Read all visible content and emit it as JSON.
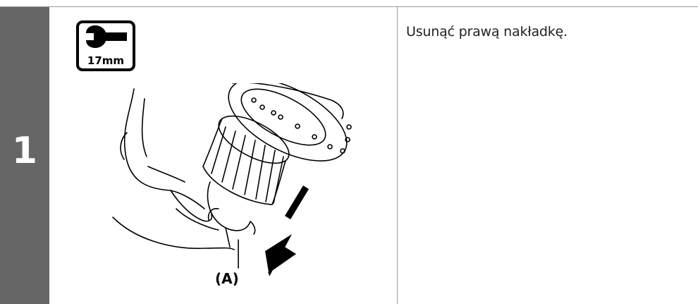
{
  "step": {
    "number": "1"
  },
  "tool": {
    "icon": "wrench-icon",
    "size_label": "17mm"
  },
  "instruction": {
    "text": "Usunąć prawą nakładkę."
  },
  "figure": {
    "callout_label": "(A)"
  },
  "colors": {
    "step_bar": "#666666",
    "rule": "#9a9a9a",
    "text": "#222222"
  }
}
